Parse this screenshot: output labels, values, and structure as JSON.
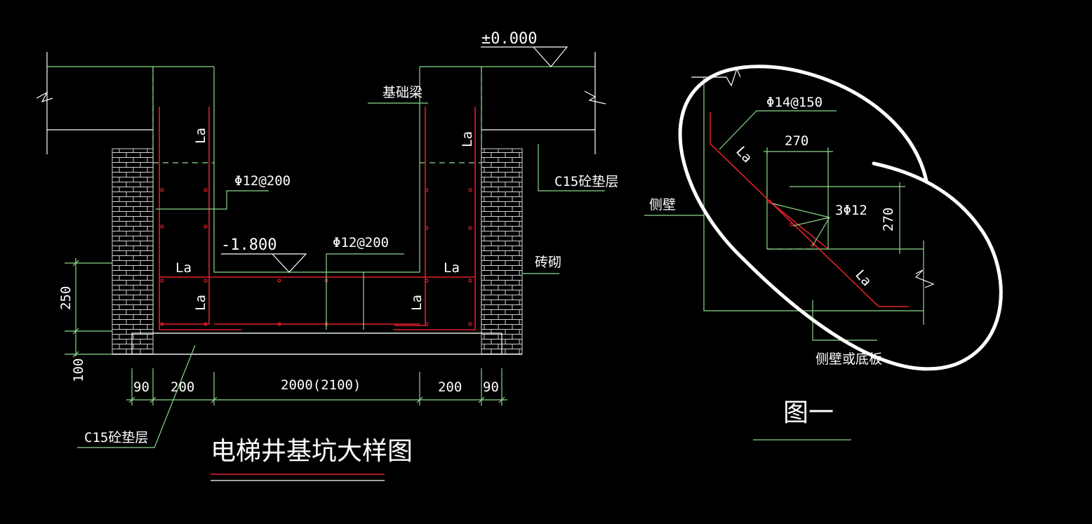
{
  "left_drawing": {
    "title": "电梯井基坑大样图",
    "level_top": "±0.000",
    "level_pit": "-1.800",
    "foundation_beam": "基础梁",
    "cushion_right": "C15砼垫层",
    "cushion_bottom": "C15砼垫层",
    "brick_label": "砖砌",
    "rebar_wall": "Φ12@200",
    "rebar_slab": "Φ12@200",
    "anchorage": "La",
    "dims": {
      "d90_left": "90",
      "d200_left": "200",
      "d2000": "2000(2100)",
      "d200_right": "200",
      "d90_right": "90",
      "d250": "250",
      "d100": "100"
    }
  },
  "right_drawing": {
    "title": "图一",
    "rebar_main": "Φ14@150",
    "rebar_corner": "3Φ12",
    "dim_h": "270",
    "dim_v": "270",
    "side_wall": "侧壁",
    "wall_or_slab": "侧壁或底板",
    "anchorage": "La"
  },
  "colors": {
    "background": "#000000",
    "line_green": "#8cd98c",
    "line_white": "#ffffff",
    "rebar_red": "#e0202a"
  }
}
